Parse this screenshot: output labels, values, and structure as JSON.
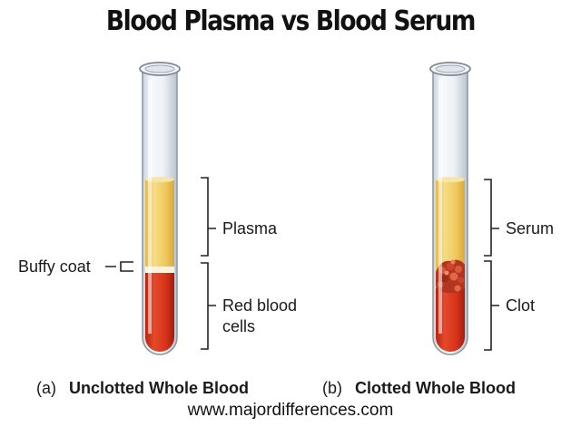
{
  "title": "Blood Plasma vs Blood Serum",
  "tubes": [
    {
      "id": "a",
      "labels": {
        "top": "Plasma",
        "bottom": "Red blood\ncells",
        "side": "Buffy coat"
      },
      "caption": {
        "tag": "(a)",
        "text": "Unclotted Whole Blood"
      }
    },
    {
      "id": "b",
      "labels": {
        "top": "Serum",
        "bottom": "Clot"
      },
      "caption": {
        "tag": "(b)",
        "text": "Clotted Whole Blood"
      }
    }
  ],
  "footer": "www.majordifferences.com",
  "colors": {
    "plasma": "#f0c95c",
    "red_cells": "#d7331c",
    "buffy": "#fbf4da",
    "clot": "#b5341f",
    "glass": "#e9eef3",
    "bracket": "#222222"
  }
}
